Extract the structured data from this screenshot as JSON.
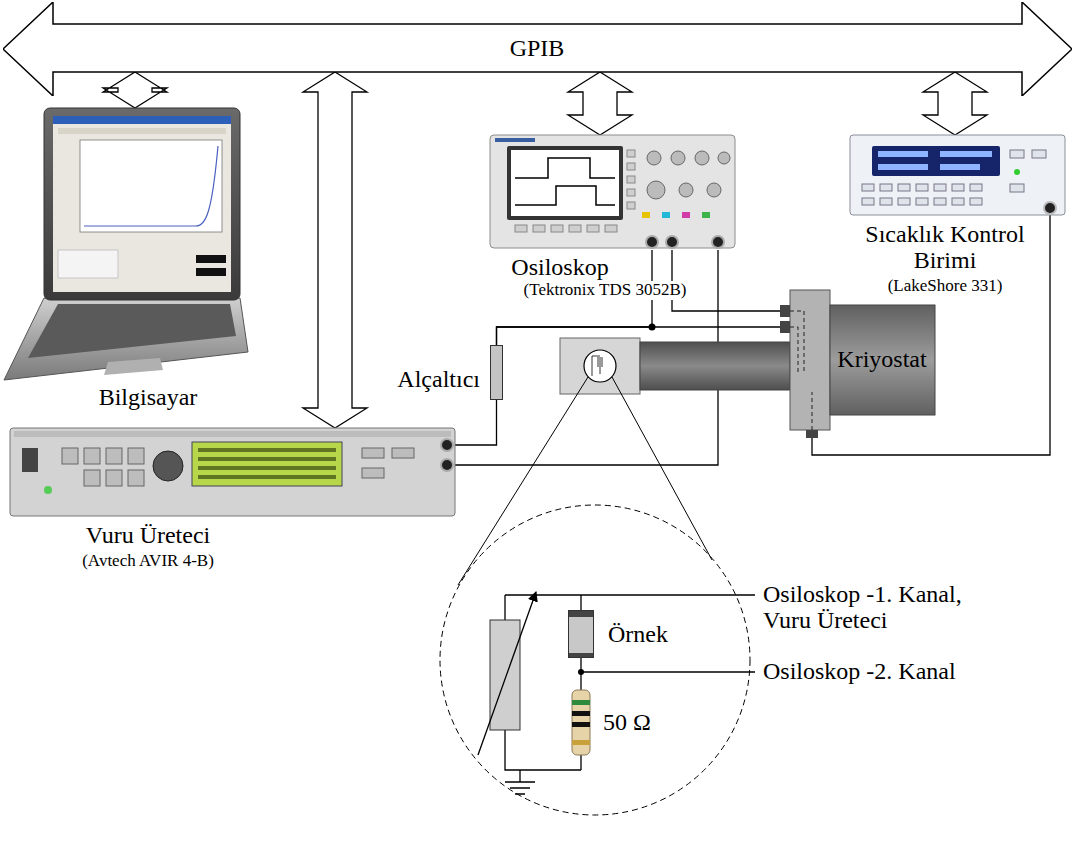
{
  "diagram": {
    "nodes": [
      {
        "text": [
          "GPIB"
        ]
      },
      {
        "text": [
          "Bilgisayar"
        ]
      },
      {
        "text": [
          "Osiloskop",
          "(Tektronix TDS 3052B)"
        ]
      },
      {
        "text": [
          "Sıcaklık Kontrol Birimi",
          "(LakeShore 331)"
        ]
      },
      {
        "text": [
          "Alçaltıcı"
        ]
      },
      {
        "text": [
          "Vuru Üreteci",
          "(Avtech AVIR 4-B)"
        ]
      },
      {
        "text": [
          "Kriyostat"
        ]
      },
      {
        "text": [
          "Örnek"
        ]
      }
    ],
    "edges": [
      {
        "from": 0,
        "to": 1,
        "arrow": "both"
      },
      {
        "from": 0,
        "to": 5,
        "arrow": "both"
      },
      {
        "from": 0,
        "to": 2,
        "arrow": "both"
      },
      {
        "from": 0,
        "to": 3,
        "arrow": "both"
      },
      {
        "from": 5,
        "to": 4,
        "arrow": "none"
      },
      {
        "from": 5,
        "to": 2,
        "arrow": "none"
      },
      {
        "from": 4,
        "to": 2,
        "arrow": "none"
      },
      {
        "from": 4,
        "to": 6,
        "arrow": "none"
      },
      {
        "from": 2,
        "to": 6,
        "arrow": "none"
      },
      {
        "from": 3,
        "to": 6,
        "arrow": "none"
      }
    ],
    "labels": [
      "Osiloskop -1. Kanal, Vuru Üreteci",
      "Osiloskop -2. Kanal",
      "50 Ω"
    ]
  }
}
